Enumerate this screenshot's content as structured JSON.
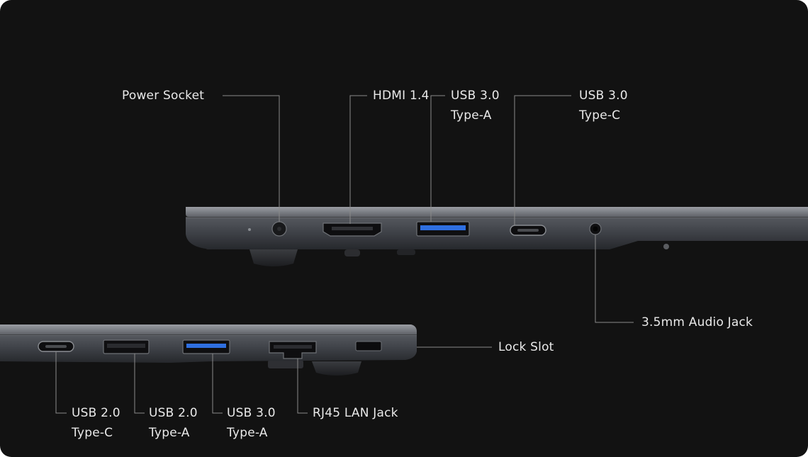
{
  "labels": {
    "power_socket": "Power Socket",
    "hdmi": "HDMI 1.4",
    "usb3a_top_line1": "USB 3.0",
    "usb3a_top_line2": "Type-A",
    "usb3c_top_line1": "USB 3.0",
    "usb3c_top_line2": "Type-C",
    "audio_jack": "3.5mm Audio Jack",
    "lock_slot": "Lock Slot",
    "usb2c_line1": "USB 2.0",
    "usb2c_line2": "Type-C",
    "usb2a_line1": "USB 2.0",
    "usb2a_line2": "Type-A",
    "usb3a_bottom_line1": "USB 3.0",
    "usb3a_bottom_line2": "Type-A",
    "rj45": "RJ45 LAN Jack"
  },
  "colors": {
    "background": "#121212",
    "label_text": "#e9e9e9",
    "leader_line": "#8a8a8a",
    "chassis_top": "#7c7f85",
    "chassis_body": "#3e4046",
    "usb3_blue": "#2f6fe0"
  }
}
